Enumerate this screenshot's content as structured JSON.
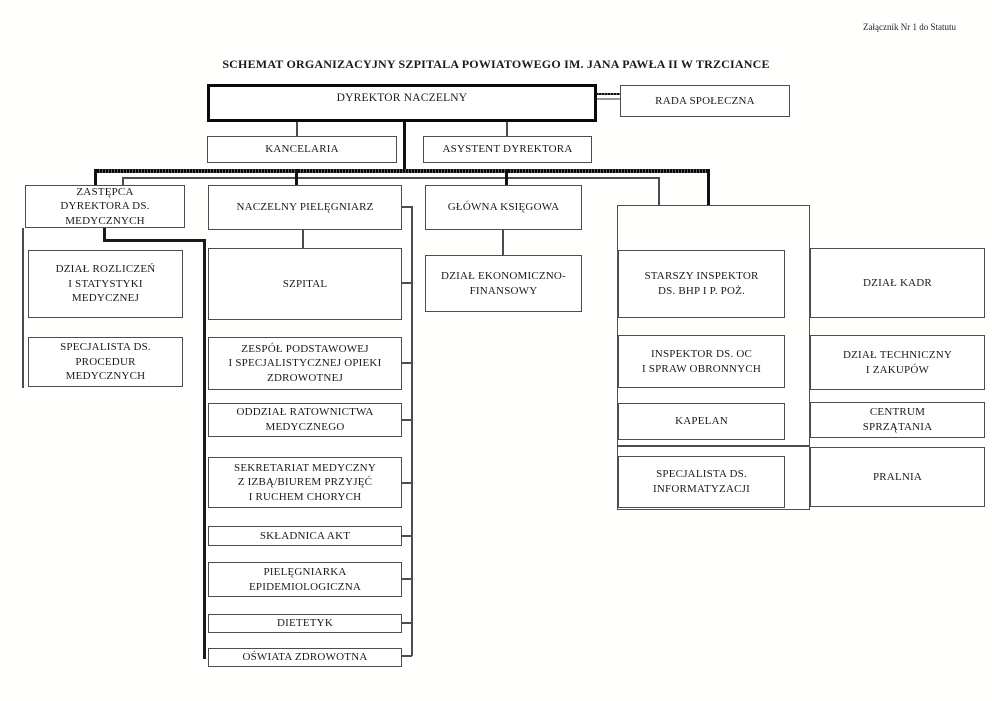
{
  "page": {
    "attachment_note": "Załącznik Nr 1 do Statutu",
    "title": "SCHEMAT ORGANIZACYJNY SZPITALA POWIATOWEGO IM. JANA PAWŁA II W TRZCIANCE"
  },
  "colors": {
    "background": "#ffffff",
    "box_border": "#4d4d4d",
    "thick_line": "#111111",
    "thin_line": "#4d4d4d",
    "text": "#1a1a1a"
  },
  "nodes": {
    "dyrektor_naczelny": {
      "label": "DYREKTOR NACZELNY"
    },
    "rada_spoleczna": {
      "label": "RADA SPOŁECZNA"
    },
    "kancelaria": {
      "label": "KANCELARIA"
    },
    "asystent_dyrektora": {
      "label": "ASYSTENT DYREKTORA"
    },
    "zastepca_dyrektora": {
      "label": "ZASTĘPCA\nDYREKTORA DS.\nMEDYCZNYCH"
    },
    "dzial_rozliczen": {
      "label": "DZIAŁ ROZLICZEŃ\nI STATYSTYKI\nMEDYCZNEJ"
    },
    "specjalista_procedur": {
      "label": "SPECJALISTA DS.\nPROCEDUR\nMEDYCZNYCH"
    },
    "naczelny_pielegniarz": {
      "label": "NACZELNY PIELĘGNIARZ"
    },
    "szpital": {
      "label": "SZPITAL"
    },
    "zespol_opieki": {
      "label": "ZESPÓŁ PODSTAWOWEJ\nI SPECJALISTYCZNEJ OPIEKI\nZDROWOTNEJ"
    },
    "oddzial_ratownictwa": {
      "label": "ODDZIAŁ RATOWNICTWA\nMEDYCZNEGO"
    },
    "sekretariat_medyczny": {
      "label": "SEKRETARIAT MEDYCZNY\nZ IZBĄ/BIUREM PRZYJĘĆ\nI RUCHEM CHORYCH"
    },
    "skladnica_akt": {
      "label": "SKŁADNICA AKT"
    },
    "pielegniarka_epidemiologiczna": {
      "label": "PIELĘGNIARKA\nEPIDEMIOLOGICZNA"
    },
    "dietetyk": {
      "label": "DIETETYK"
    },
    "oswiata_zdrowotna": {
      "label": "OŚWIATA ZDROWOTNA"
    },
    "glowna_ksiegowa": {
      "label": "GŁÓWNA KSIĘGOWA"
    },
    "dzial_ekonomiczno_finansowy": {
      "label": "DZIAŁ EKONOMICZNO-\nFINANSOWY"
    },
    "starszy_inspektor_bhp": {
      "label": "STARSZY INSPEKTOR\nDS. BHP I P. POŻ."
    },
    "inspektor_oc": {
      "label": "INSPEKTOR DS. OC\nI SPRAW OBRONNYCH"
    },
    "kapelan": {
      "label": "KAPELAN"
    },
    "specjalista_informatyzacji": {
      "label": "SPECJALISTA DS.\nINFORMATYZACJI"
    },
    "dzial_kadr": {
      "label": "DZIAŁ KADR"
    },
    "dzial_techniczny": {
      "label": "DZIAŁ TECHNICZNY\nI ZAKUPÓW"
    },
    "centrum_sprzatania": {
      "label": "CENTRUM\nSPRZĄTANIA"
    },
    "pralnia": {
      "label": "PRALNIA"
    }
  },
  "edges": [
    {
      "from": "dyrektor_naczelny",
      "to": "rada_spoleczna"
    },
    {
      "from": "dyrektor_naczelny",
      "to": "kancelaria"
    },
    {
      "from": "dyrektor_naczelny",
      "to": "asystent_dyrektora"
    },
    {
      "from": "dyrektor_naczelny",
      "to": "zastepca_dyrektora"
    },
    {
      "from": "dyrektor_naczelny",
      "to": "naczelny_pielegniarz"
    },
    {
      "from": "dyrektor_naczelny",
      "to": "glowna_ksiegowa"
    },
    {
      "from": "dyrektor_naczelny",
      "to": "grupa_administracyjna"
    },
    {
      "from": "zastepca_dyrektora",
      "to": "dzial_rozliczen"
    },
    {
      "from": "zastepca_dyrektora",
      "to": "specjalista_procedur"
    },
    {
      "from": "zastepca_dyrektora",
      "to": "szpital"
    },
    {
      "from": "naczelny_pielegniarz",
      "to": "szpital"
    },
    {
      "from": "naczelny_pielegniarz",
      "to": "zespol_opieki"
    },
    {
      "from": "naczelny_pielegniarz",
      "to": "oddzial_ratownictwa"
    },
    {
      "from": "naczelny_pielegniarz",
      "to": "sekretariat_medyczny"
    },
    {
      "from": "naczelny_pielegniarz",
      "to": "skladnica_akt"
    },
    {
      "from": "naczelny_pielegniarz",
      "to": "pielegniarka_epidemiologiczna"
    },
    {
      "from": "naczelny_pielegniarz",
      "to": "dietetyk"
    },
    {
      "from": "naczelny_pielegniarz",
      "to": "oswiata_zdrowotna"
    },
    {
      "from": "glowna_ksiegowa",
      "to": "dzial_ekonomiczno_finansowy"
    },
    {
      "from": "grupa_administracyjna",
      "to": "starszy_inspektor_bhp"
    },
    {
      "from": "grupa_administracyjna",
      "to": "inspektor_oc"
    },
    {
      "from": "grupa_administracyjna",
      "to": "kapelan"
    },
    {
      "from": "grupa_administracyjna",
      "to": "specjalista_informatyzacji"
    },
    {
      "from": "grupa_administracyjna",
      "to": "dzial_kadr"
    },
    {
      "from": "grupa_administracyjna",
      "to": "dzial_techniczny"
    },
    {
      "from": "grupa_administracyjna",
      "to": "centrum_sprzatania"
    },
    {
      "from": "grupa_administracyjna",
      "to": "pralnia"
    }
  ]
}
